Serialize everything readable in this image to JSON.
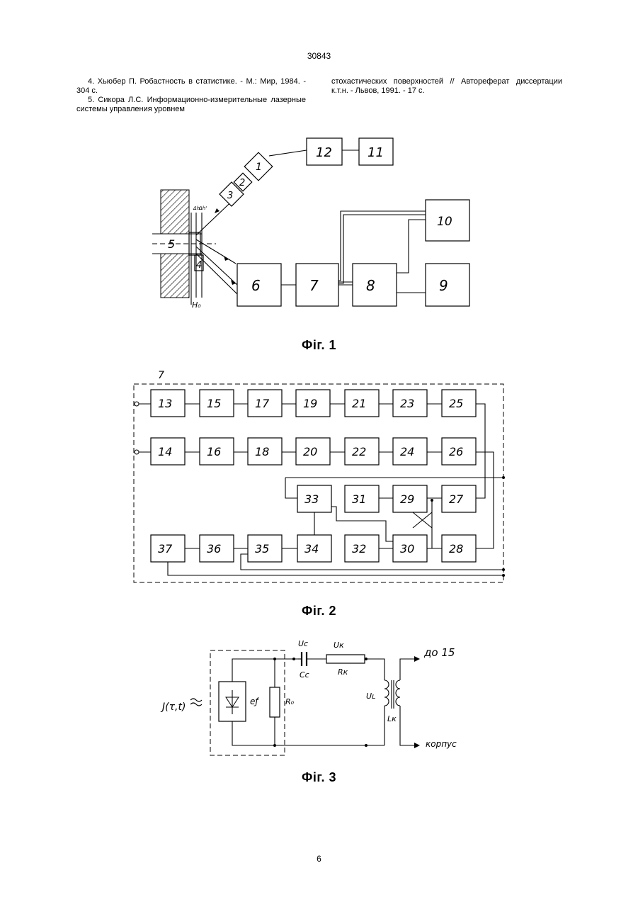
{
  "header": {
    "page_code": "30843"
  },
  "references": {
    "left": [
      "4. Хьюбер П. Робастность в статистике. - М.: Мир, 1984. - 304 с.",
      "5. Сикора Л.С. Информационно-измерительные лазерные системы управления уровнем"
    ],
    "right": [
      "стохастических поверхностей // Автореферат диссертации к.т.н. - Львов, 1991. - 17 с."
    ]
  },
  "fig1": {
    "caption": "Фiг. 1",
    "blocks": [
      "1",
      "2",
      "3",
      "12",
      "11",
      "5",
      "4",
      "6",
      "7",
      "8",
      "9",
      "10"
    ],
    "label_h0": "H₀",
    "label_dh": "Δh",
    "label_dh2": "Δh'"
  },
  "fig2": {
    "caption": "Фiг. 2",
    "group_label": "7",
    "row1": [
      "13",
      "15",
      "17",
      "19",
      "21",
      "23",
      "25"
    ],
    "row2": [
      "14",
      "16",
      "18",
      "20",
      "22",
      "24",
      "26"
    ],
    "row3": [
      "33",
      "31",
      "29",
      "27"
    ],
    "row4": [
      "37",
      "36",
      "35",
      "34",
      "32",
      "30",
      "28"
    ]
  },
  "fig3": {
    "caption": "Фiг. 3",
    "label_uc": "Uc",
    "label_cc": "Cc",
    "label_ur": "Uк",
    "label_rk": "Rк",
    "label_ul": "Uʟ",
    "label_lk": "Lк",
    "label_ef": "eƒ",
    "label_r0": "R₀",
    "label_to": "до 15",
    "label_case": "корпус",
    "label_input": "J(τ,t)"
  },
  "footer": {
    "page_number": "6"
  }
}
